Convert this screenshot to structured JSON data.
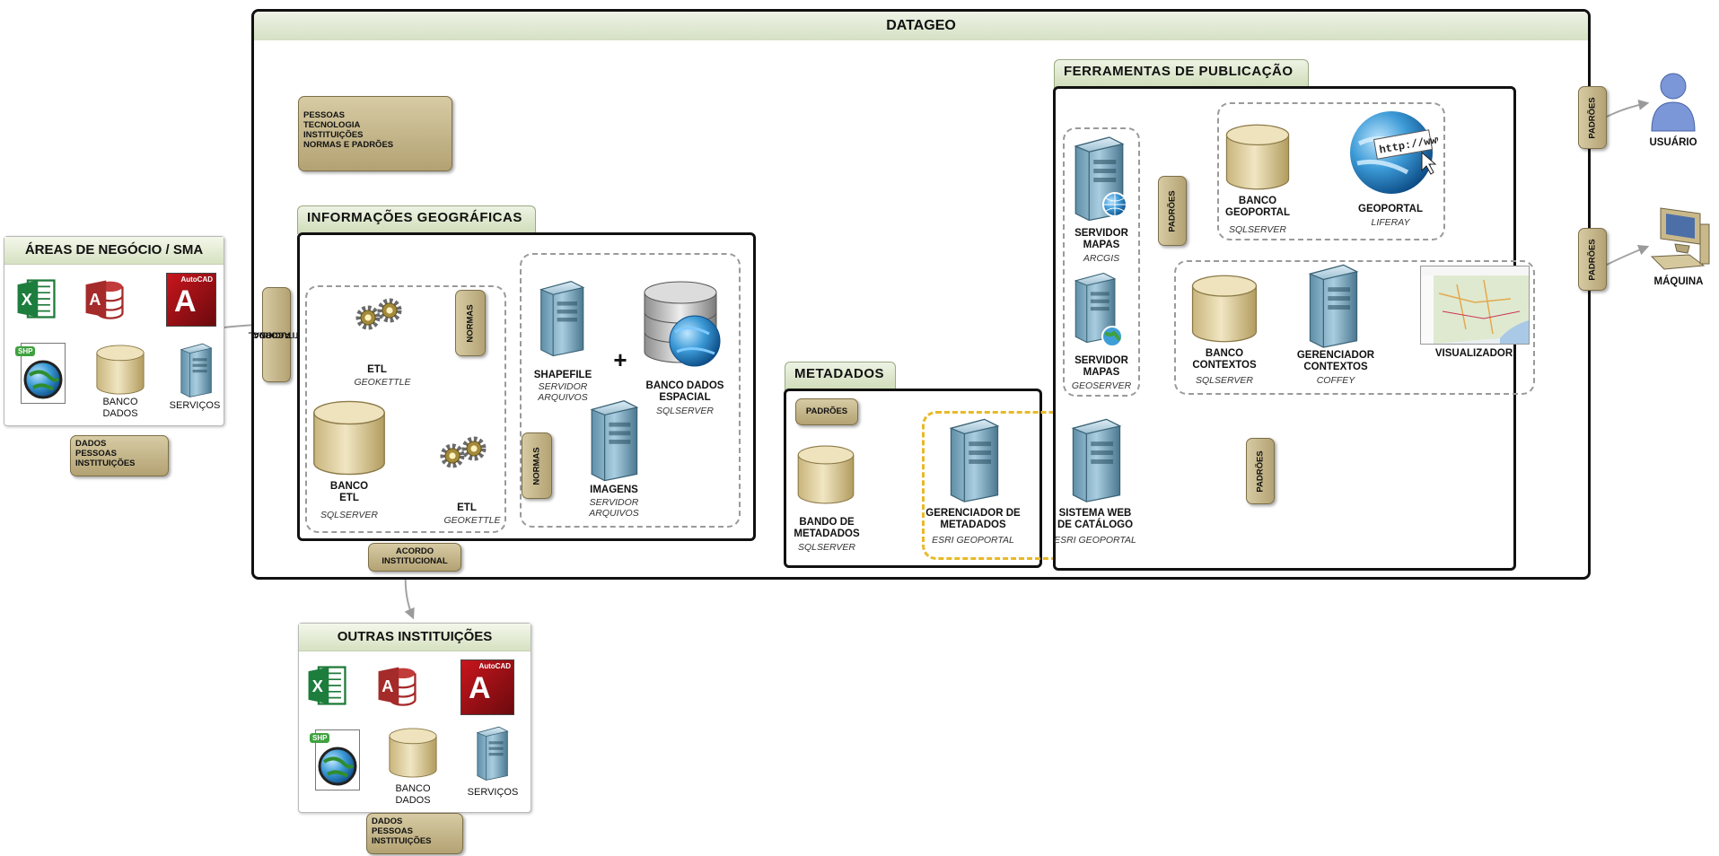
{
  "main": {
    "title": "DATAGEO"
  },
  "people_tag": [
    "PESSOAS",
    "TECNOLOGIA",
    "INSTITUIÇÕES",
    "NORMAS E PADRÕES"
  ],
  "areas": {
    "title": "ÁREAS DE NEGÓCIO / SMA",
    "autocad": "AutoCAD",
    "shp": "SHP",
    "db_label": [
      "BANCO",
      "DADOS"
    ],
    "services_label": "SERVIÇOS",
    "tag": [
      "DADOS",
      "PESSOAS",
      "INSTITUIÇÕES"
    ]
  },
  "acordo_vertical": [
    "ACORDO",
    "INSTITUCIONAL"
  ],
  "info": {
    "title": "INFORMAÇÕES GEOGRÁFICAS",
    "etl_top": {
      "name": "ETL",
      "sub": "GEOKETTLE"
    },
    "etl_bottom": {
      "name": "ETL",
      "sub": "GEOKETTLE"
    },
    "banco_etl": {
      "name": [
        "BANCO",
        "ETL"
      ],
      "sub": "SQLSERVER"
    },
    "normas_top": "NORMAS",
    "normas_bottom": "NORMAS",
    "shapefile": {
      "name": "SHAPEFILE",
      "sub": [
        "SERVIDOR",
        "ARQUIVOS"
      ]
    },
    "plus": "+",
    "banco_espacial": {
      "name": [
        "BANCO DADOS",
        "ESPACIAL"
      ],
      "sub": "SQLSERVER"
    },
    "imagens": {
      "name": "IMAGENS",
      "sub": [
        "SERVIDOR",
        "ARQUIVOS"
      ]
    }
  },
  "acordo_bottom": [
    "ACORDO",
    "INSTITUCIONAL"
  ],
  "outras": {
    "title": "OUTRAS INSTITUIÇÕES",
    "autocad": "AutoCAD",
    "shp": "SHP",
    "db_label": [
      "BANCO",
      "DADOS"
    ],
    "services_label": "SERVIÇOS",
    "tag": [
      "DADOS",
      "PESSOAS",
      "INSTITUIÇÕES"
    ]
  },
  "metadados": {
    "title": "METADADOS",
    "padroes": "PADRÕES",
    "bando": {
      "name": [
        "BANDO DE",
        "METADADOS"
      ],
      "sub": "SQLSERVER"
    },
    "gerenciador": {
      "name": [
        "GERENCIADOR DE",
        "METADADOS"
      ],
      "sub": "ESRI GEOPORTAL"
    }
  },
  "ferramentas": {
    "title": "FERRAMENTAS DE PUBLICAÇÃO",
    "servidor_arcgis": {
      "name": [
        "SERVIDOR",
        "MAPAS"
      ],
      "sub": "ARCGIS"
    },
    "servidor_geoserver": {
      "name": [
        "SERVIDOR",
        "MAPAS"
      ],
      "sub": "GEOSERVER"
    },
    "padroes_v": "PADRÕES",
    "banco_geoportal": {
      "name": [
        "BANCO",
        "GEOPORTAL"
      ],
      "sub": "SQLSERVER"
    },
    "geoportal": {
      "name": "GEOPORTAL",
      "sub": "LIFERAY"
    },
    "http": "http://www",
    "banco_contextos": {
      "name": [
        "BANCO",
        "CONTEXTOS"
      ],
      "sub": "SQLSERVER"
    },
    "gerenciador_contextos": {
      "name": [
        "GERENCIADOR",
        "CONTEXTOS"
      ],
      "sub": "COFFEY"
    },
    "visualizador": "VISUALIZADOR",
    "sistema_web": {
      "name": [
        "SISTEMA WEB",
        "DE CATÁLOGO"
      ],
      "sub": "ESRI GEOPORTAL"
    },
    "padroes_bottom": "PADRÕES"
  },
  "right": {
    "padroes_user": "PADRÕES",
    "padroes_machine": "PADRÕES",
    "usuario": "USUÁRIO",
    "maquina": "MÁQUINA"
  }
}
